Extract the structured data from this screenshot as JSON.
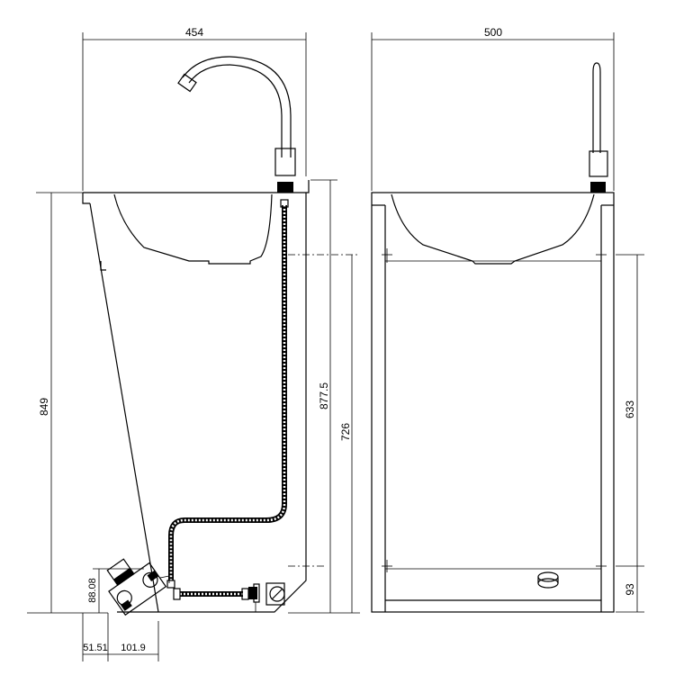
{
  "side_view": {
    "width_label": "454",
    "height_label": "849",
    "counter_height_label": "877.5",
    "cabinet_height_label": "726",
    "valve_height_label": "88.08",
    "offset_a_label": "51.51",
    "offset_b_label": "101.9"
  },
  "front_view": {
    "width_label": "500",
    "inner_height_label": "633",
    "base_height_label": "93"
  }
}
